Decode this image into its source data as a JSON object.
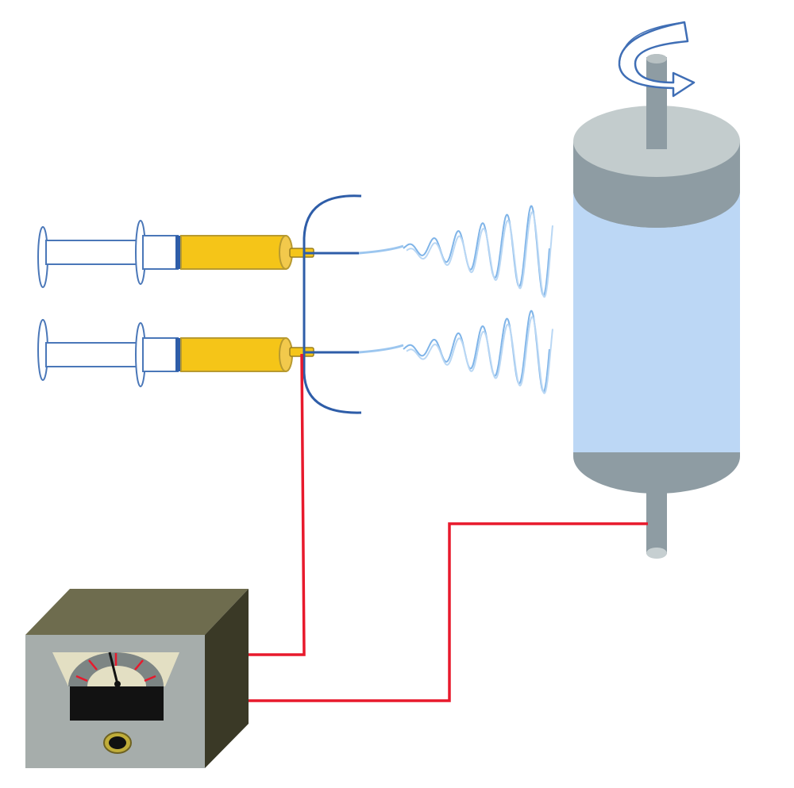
{
  "diagram": {
    "kind": "electrospinning-setup",
    "components": [
      {
        "id": "syringe-1",
        "name": "syringe"
      },
      {
        "id": "syringe-2",
        "name": "syringe"
      },
      {
        "id": "spinneret",
        "name": "spinneret-nozzles"
      },
      {
        "id": "jets",
        "name": "polymer-jets"
      },
      {
        "id": "collector",
        "name": "rotating-drum-collector"
      },
      {
        "id": "power-supply",
        "name": "high-voltage-power-supply"
      }
    ],
    "colors": {
      "wire": "#e8192c",
      "solution": "#f5c518",
      "syringe_outline": "#4a77b8",
      "jet": "#7fb4e8",
      "drum_body": "#bcd7f5",
      "drum_metal": "#8e9ca3",
      "drum_top": "#c3cccd",
      "box_front": "#a6adab",
      "box_top": "#6e6c4e",
      "box_side": "#3a3926",
      "meter_screen": "#121212",
      "rotation_arrow": "#3f6eb5"
    },
    "icons": [
      "rotation-arrow-icon",
      "voltmeter-icon"
    ]
  }
}
